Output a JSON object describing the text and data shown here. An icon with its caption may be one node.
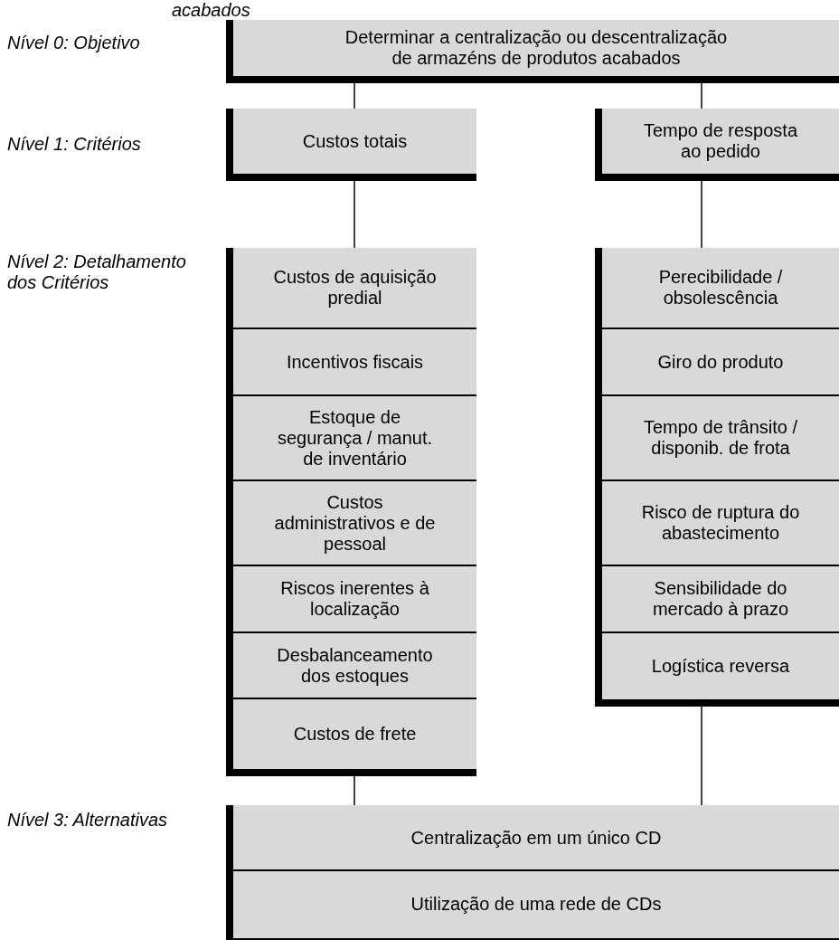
{
  "diagram": {
    "nodes": [
      {
        "text": [
          "Determinar a centralização ou descentralização de armazéns de produtos acabados"
        ]
      },
      {
        "text": [
          "Custos totais"
        ]
      },
      {
        "text": [
          "Tempo de resposta ao pedido"
        ]
      },
      {
        "text": [],
        "shape": "box"
      },
      {
        "text": [
          "Custos de aquisição predial"
        ],
        "in": 3
      },
      {
        "text": [
          "Incentivos fiscais"
        ],
        "in": 3
      },
      {
        "text": [
          "Estoque de segurança / manut. de inventário"
        ],
        "in": 3
      },
      {
        "text": [
          "Custos administrativos e de pessoal"
        ],
        "in": 3
      },
      {
        "text": [
          "Riscos inerentes à localização"
        ],
        "in": 3
      },
      {
        "text": [
          "Desbalanceamento dos estoques"
        ],
        "in": 3
      },
      {
        "text": [
          "Custos de frete"
        ],
        "in": 3
      },
      {
        "text": [],
        "shape": "box"
      },
      {
        "text": [
          "Perecibilidade / obsolescência"
        ],
        "in": 11
      },
      {
        "text": [
          "Giro do produto"
        ],
        "in": 11
      },
      {
        "text": [
          "Tempo de trânsito / disponib. de frota"
        ],
        "in": 11
      },
      {
        "text": [
          "Risco de ruptura do abastecimento"
        ],
        "in": 11
      },
      {
        "text": [
          "Sensibilidade do mercado à prazo"
        ],
        "in": 11
      },
      {
        "text": [
          "Logística reversa"
        ],
        "in": 11
      },
      {
        "text": [],
        "shape": "box"
      },
      {
        "text": [
          "Centralização em um único CD"
        ],
        "in": 18
      },
      {
        "text": [
          "Utilização de uma rede de CDs"
        ],
        "in": 18
      }
    ],
    "edges": [
      {
        "from": 0,
        "to": 1,
        "arrow": "none"
      },
      {
        "from": 0,
        "to": 2,
        "arrow": "none"
      },
      {
        "from": 1,
        "to": 3,
        "arrow": "none"
      },
      {
        "from": 2,
        "to": 11,
        "arrow": "none"
      },
      {
        "from": 3,
        "to": 18,
        "arrow": "none"
      },
      {
        "from": 11,
        "to": 18,
        "arrow": "none"
      }
    ],
    "labels": [
      "acabados",
      "Nível 0: Objetivo",
      "Nível 1: Critérios",
      "Nível 2: Detalhamento dos Critérios",
      "Nível 3: Alternativas"
    ]
  }
}
